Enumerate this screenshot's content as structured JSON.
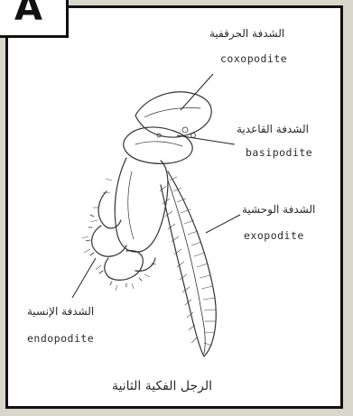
{
  "figure": {
    "corner_letter": "A",
    "caption": "الرجل الفكية الثانية",
    "labels": {
      "coxopodite": {
        "ar": "الشدفة الحرقفية",
        "en": "coxopodite"
      },
      "basipodite": {
        "ar": "الشدفة القاعدية",
        "en": "basipodite"
      },
      "exopodite": {
        "ar": "الشدفة الوحشية",
        "en": "exopodite"
      },
      "endopodite": {
        "ar": "الشدفة الإنسية",
        "en": "endopodite"
      }
    }
  }
}
